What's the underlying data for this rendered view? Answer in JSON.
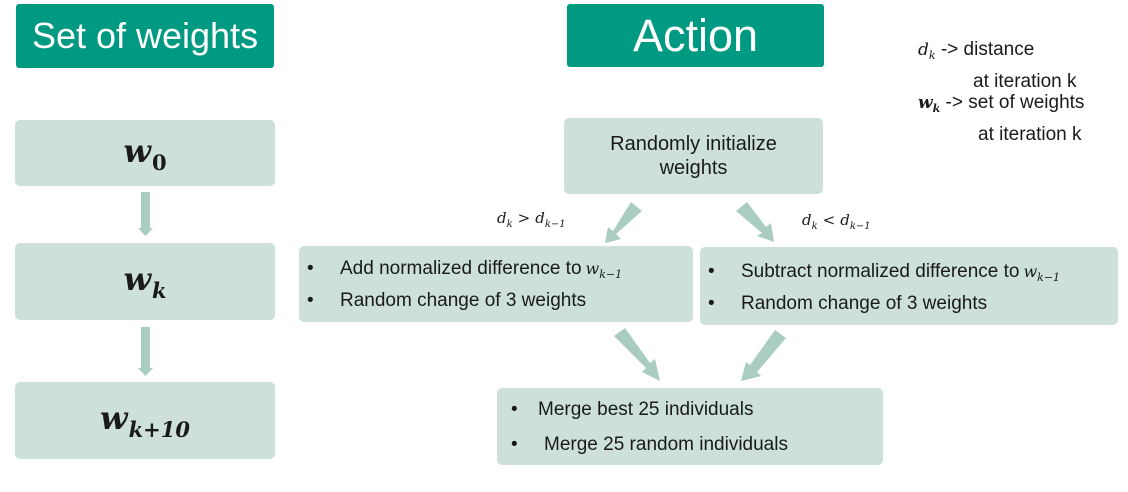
{
  "headers": {
    "left": "Set of weights",
    "right": "Action"
  },
  "weights": {
    "w0": {
      "base": "w",
      "sub": "0"
    },
    "wk": {
      "base": "w",
      "sub": "k"
    },
    "wk10": {
      "base": "w",
      "sub": "k+10"
    }
  },
  "init_box": {
    "text": "Randomly initialize weights"
  },
  "conditions": {
    "left": {
      "lhs": "d",
      "lhs_sub": "k",
      "op": ">",
      "rhs": "d",
      "rhs_sub": "k−1"
    },
    "right": {
      "lhs": "d",
      "lhs_sub": "k",
      "op": "<",
      "rhs": "d",
      "rhs_sub": "k−1"
    }
  },
  "left_action": {
    "items": [
      {
        "text": "Add normalized difference to",
        "sym": "w",
        "sym_sub": "k−1"
      },
      {
        "text": "Random change of 3 weights"
      }
    ]
  },
  "right_action": {
    "items": [
      {
        "text": "Subtract normalized difference to",
        "sym": "w",
        "sym_sub": "k−1"
      },
      {
        "text": "Random change of 3 weights"
      }
    ]
  },
  "merge": {
    "items": [
      {
        "text": "Merge best 25 individuals"
      },
      {
        "text": "Merge 25 random individuals"
      }
    ]
  },
  "bullet_glyph": "•",
  "legend": {
    "d": {
      "sym": "d",
      "sub": "k",
      "line1": "-> distance",
      "line2": "at iteration k"
    },
    "w": {
      "sym": "w",
      "sub": "k",
      "line1": "-> set of weights",
      "line2": "at iteration k"
    }
  },
  "colors": {
    "header_bg": "#009a82",
    "box_bg": "#cde0dc",
    "arrow": "#a9cdc2"
  }
}
